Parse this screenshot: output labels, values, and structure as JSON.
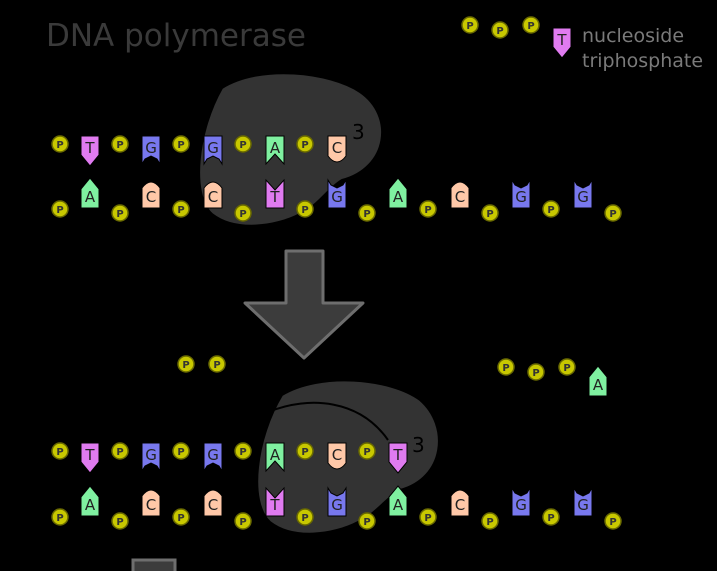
{
  "title": "DNA polymerase",
  "legend": {
    "phosphate_letter": "P",
    "ntp_letter": "T",
    "label_line1": "nucleoside",
    "label_line2": "triphosphate"
  },
  "enzyme_end_label": "3",
  "colors": {
    "background": "#000000",
    "title": "#3a3a3a",
    "legend_text": "#7a7a7a",
    "phosphate_fill": "#c8c800",
    "phosphate_stroke": "#6a6a00",
    "base_A": "#7ff0a0",
    "base_T": "#e07bf0",
    "base_G": "#7878ee",
    "base_C": "#ffc8a8",
    "enzyme": "#333333",
    "arrow": "#3c3c3c"
  },
  "stage1": {
    "top_strand": [
      "T",
      "G",
      "G",
      "A",
      "C"
    ],
    "bottom_strand": [
      "A",
      "C",
      "C",
      "T",
      "G",
      "A",
      "C",
      "G",
      "G"
    ]
  },
  "stage2": {
    "free_phosphates_count": 2,
    "incoming_ntp": "A",
    "top_strand": [
      "T",
      "G",
      "G",
      "A",
      "C",
      "T"
    ],
    "bottom_strand": [
      "A",
      "C",
      "C",
      "T",
      "G",
      "A",
      "C",
      "G",
      "G"
    ]
  }
}
